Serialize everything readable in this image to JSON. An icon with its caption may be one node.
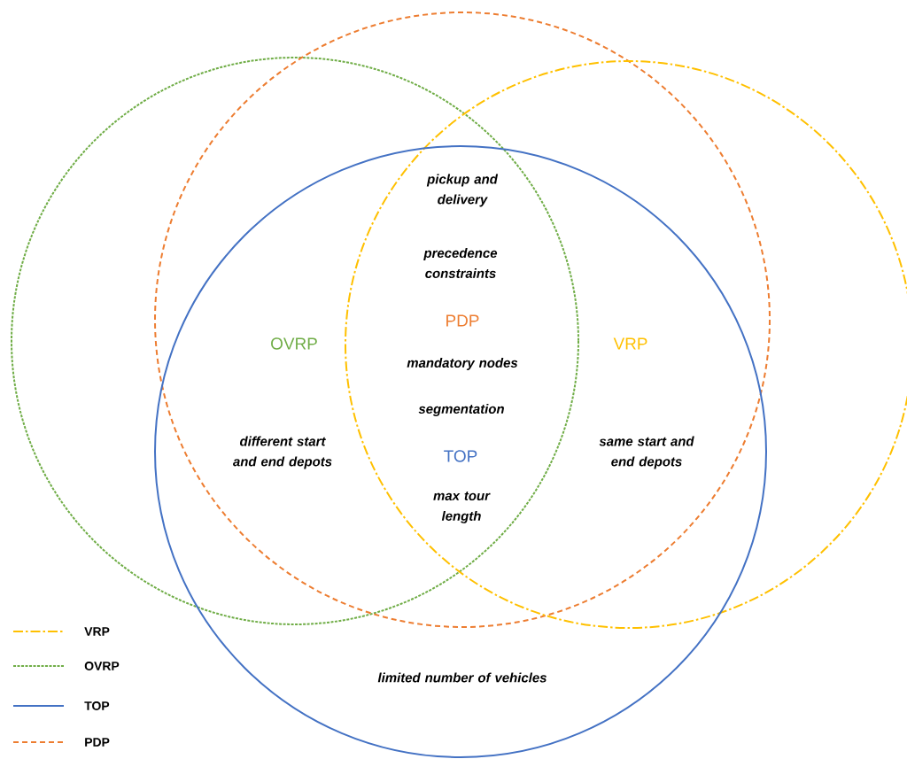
{
  "diagram": {
    "nodes": [
      {
        "text": [
          "OVRP"
        ]
      },
      {
        "text": [
          "PDP"
        ]
      },
      {
        "text": [
          "VRP"
        ]
      },
      {
        "text": [
          "TOP"
        ]
      }
    ],
    "labels": [
      "pickup and delivery",
      "precedence constraints",
      "mandatory nodes",
      "segmentation",
      "different start and end depots",
      "same start and end depots",
      "max tour length",
      "limited number of vehicles"
    ],
    "legend": [
      {
        "text": "VRP"
      },
      {
        "text": "OVRP"
      },
      {
        "text": "TOP"
      },
      {
        "text": "PDP"
      }
    ]
  }
}
